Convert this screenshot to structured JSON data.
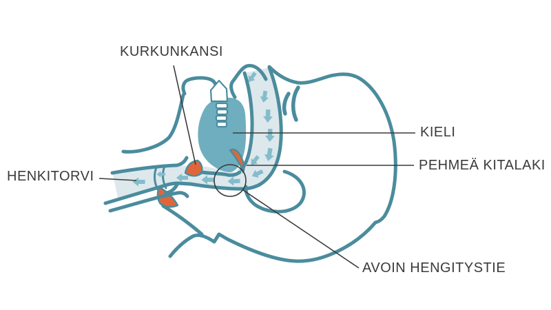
{
  "labels": {
    "epiglottis": "KURKUNKANSI",
    "tongue": "KIELI",
    "soft_palate": "PEHMEÄ KITALAKI",
    "windpipe": "HENKITORVI",
    "open_airway": "AVOIN HENGITYSTIE"
  },
  "colors": {
    "background": "#FFFFFF",
    "outline": "#4A8C9D",
    "airway_fill": "#DCE8EC",
    "tongue_fill": "#6FAEBF",
    "arrow": "#85BCCB",
    "accent_orange": "#E0663A",
    "label_text": "#3A3A3A",
    "leader_line": "#3A3A3A"
  }
}
